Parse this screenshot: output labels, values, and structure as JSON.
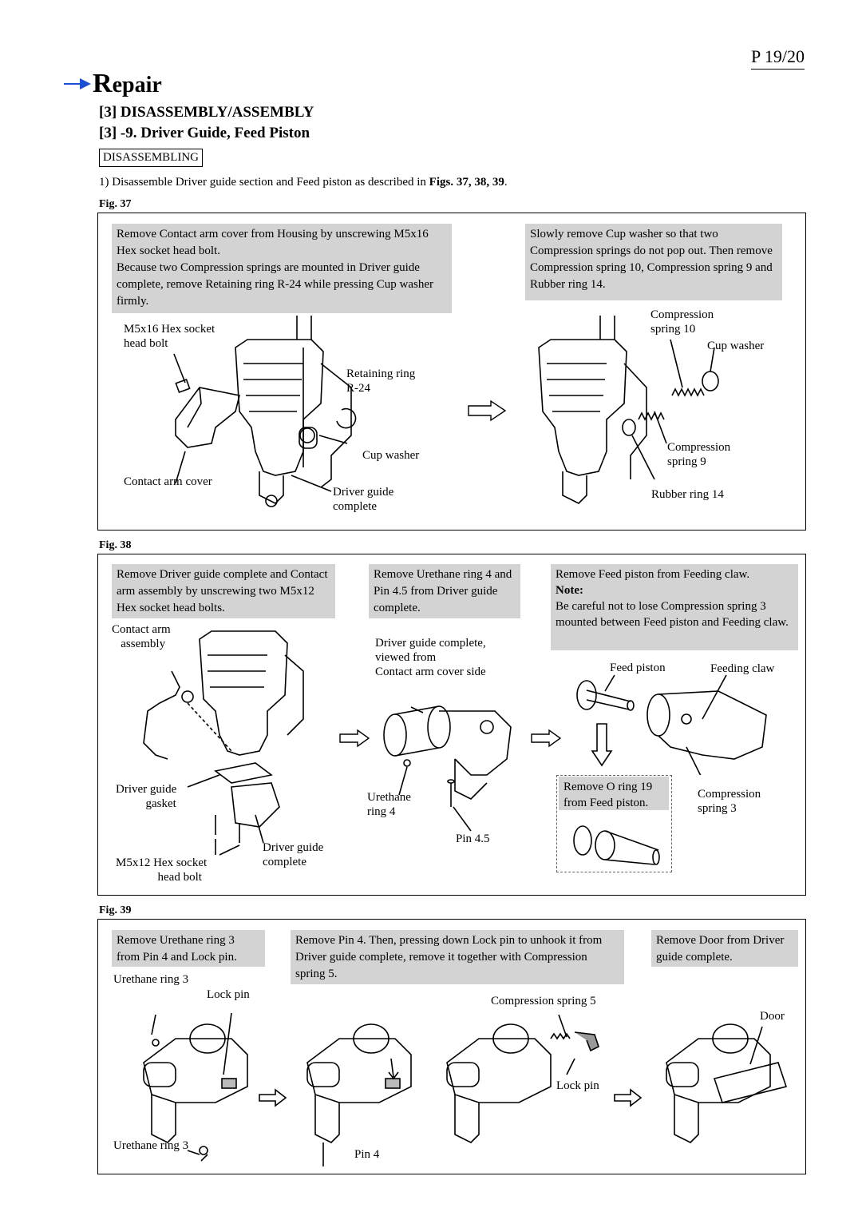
{
  "page_number": "P 19/20",
  "section": "Repair",
  "heading1": "[3] DISASSEMBLY/ASSEMBLY",
  "heading2": "[3] -9. Driver Guide, Feed Piston",
  "tag": "DISASSEMBLING",
  "intro": {
    "prefix": "1) Disassemble Driver guide section and Feed piston as described in ",
    "figs": "Figs. 37, 38, 39",
    "suffix": "."
  },
  "fig37": {
    "label": "Fig. 37",
    "note_left": "Remove Contact arm cover from Housing by unscrewing M5x16 Hex socket head bolt.\nBecause two Compression springs are mounted in Driver guide complete, remove Retaining ring R-24 while pressing Cup washer firmly.",
    "note_right": "Slowly remove Cup washer so that two Compression springs do not pop out. Then remove Compression spring 10, Compression spring 9 and Rubber ring 14.",
    "labels": {
      "bolt": "M5x16 Hex socket\nhead bolt",
      "retaining": "Retaining ring\nR-24",
      "cup_washer_left": "Cup washer",
      "contact_cover": "Contact arm cover",
      "driver_guide": "Driver guide\ncomplete",
      "comp10": "Compression\nspring 10",
      "cup_washer_right": "Cup washer",
      "comp9": "Compression\nspring 9",
      "rubber": "Rubber ring 14"
    }
  },
  "fig38": {
    "label": "Fig. 38",
    "note_left": "Remove Driver guide complete and Contact arm assembly by unscrewing two M5x12 Hex socket head bolts.",
    "note_mid": "Remove Urethane ring 4 and Pin 4.5 from Driver guide complete.",
    "note_right_main": "Remove Feed piston from Feeding claw.",
    "note_right_title": "Note:",
    "note_right_body": "Be careful not to lose Compression spring 3 mounted between Feed piston and Feeding claw.",
    "note_oring": "Remove O ring 19\nfrom Feed piston.",
    "labels": {
      "contact_arm": "Contact arm\n   assembly",
      "gasket": "Driver guide\n          gasket",
      "bolts": "M5x12 Hex socket\n              head bolt",
      "driver_guide": "Driver guide\ncomplete",
      "viewed": "Driver guide complete,\nviewed from\nContact arm cover side",
      "urethane": "Urethane\nring 4",
      "pin45": "Pin 4.5",
      "feed_piston": "Feed piston",
      "feeding_claw": "Feeding claw",
      "comp3": "Compression\nspring 3"
    }
  },
  "fig39": {
    "label": "Fig. 39",
    "note_left": "Remove Urethane ring 3 from Pin 4 and Lock pin.",
    "note_mid": "Remove Pin 4. Then, pressing down Lock pin to unhook it from Driver guide complete, remove it together with Compression spring 5.",
    "note_right": "Remove Door from Driver guide complete.",
    "labels": {
      "urethane_top": "Urethane ring 3",
      "lock_pin": "Lock pin",
      "urethane_bottom": "Urethane ring 3",
      "pin4": "Pin 4",
      "comp5": "Compression spring 5",
      "lock_pin2": "Lock pin",
      "door": "Door"
    }
  }
}
